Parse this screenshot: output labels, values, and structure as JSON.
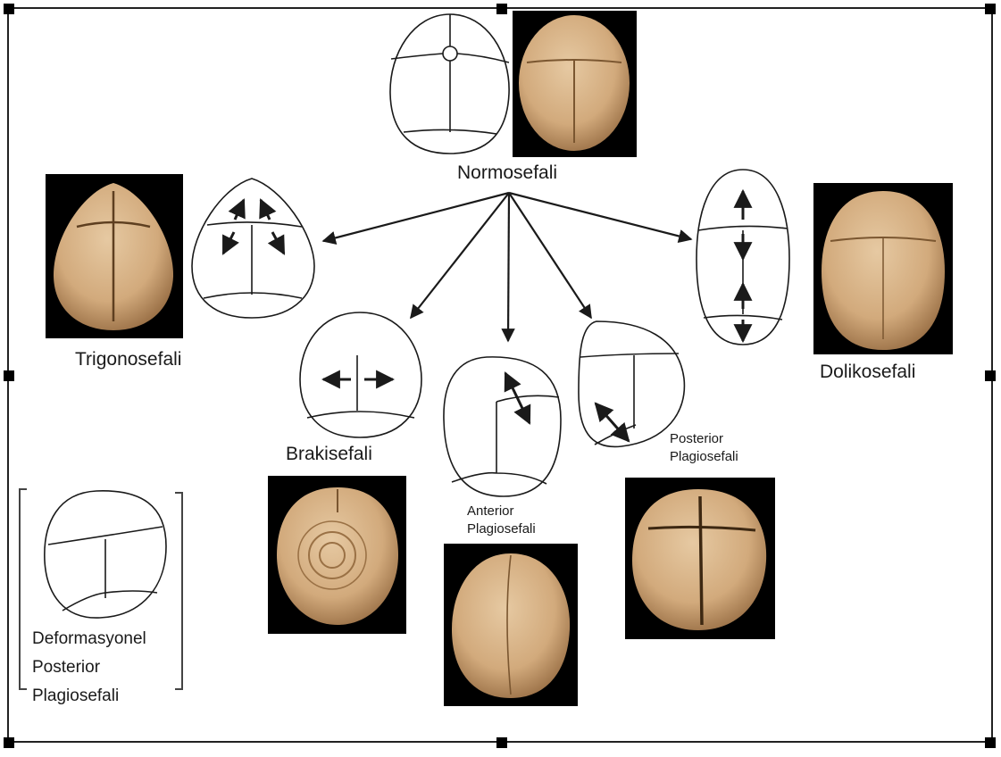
{
  "labels": {
    "normosefali": "Normosefali",
    "trigonosefali": "Trigonosefali",
    "dolikosefali": "Dolikosefali",
    "brakisefali": "Brakisefali",
    "anterior_plagiosefali": [
      "Anterior",
      "Plagiosefali"
    ],
    "posterior_plagiosefali": [
      "Posterior",
      "Plagiosefali"
    ],
    "deformasyonel": [
      "Deformasyonel",
      "Posterior",
      "Plagiosefali"
    ]
  },
  "colors": {
    "skull": "#d4ae82",
    "skull_shade": "#a97f52",
    "photo_bg": "#000000",
    "line": "#1a1a1a"
  }
}
